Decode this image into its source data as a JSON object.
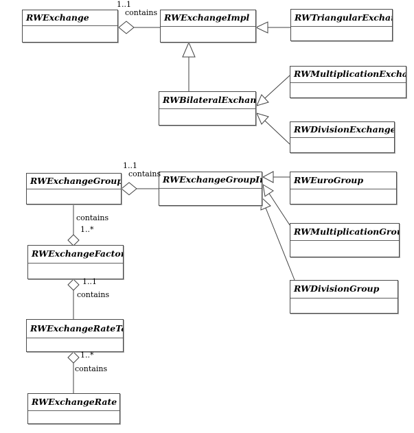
{
  "diagram": {
    "kind": "uml-class-diagram",
    "colors": {
      "background": "#ffffff",
      "box_fill": "#ffffff",
      "box_border": "#4a4a4a",
      "line": "#404040",
      "text": "#000000"
    },
    "classes": [
      {
        "name": "RWExchange"
      },
      {
        "name": "RWExchangeImpl"
      },
      {
        "name": "RWTriangularExchange"
      },
      {
        "name": "RWMultiplicationExchange"
      },
      {
        "name": "RWBilateralExchange"
      },
      {
        "name": "RWDivisionExchange"
      },
      {
        "name": "RWExchangeGroup"
      },
      {
        "name": "RWExchangeGroupImpl"
      },
      {
        "name": "RWEuroGroup"
      },
      {
        "name": "RWMultiplicationGroup"
      },
      {
        "name": "RWDivisionGroup"
      },
      {
        "name": "RWExchangeFactory"
      },
      {
        "name": "RWExchangeRateTable"
      },
      {
        "name": "RWExchangeRate"
      }
    ],
    "associations": [
      {
        "aggregate": "RWExchange",
        "part": "RWExchangeImpl",
        "label": "contains",
        "multiplicity": "1..1"
      },
      {
        "aggregate": "RWExchangeGroup",
        "part": "RWExchangeGroupImpl",
        "label": "contains",
        "multiplicity": "1..1"
      },
      {
        "aggregate": "RWExchangeFactory",
        "part": "RWExchangeGroup",
        "label": "contains",
        "multiplicity": "1..*"
      },
      {
        "aggregate": "RWExchangeFactory",
        "part": "RWExchangeRateTable",
        "label": "contains",
        "multiplicity": "1..1"
      },
      {
        "aggregate": "RWExchangeRateTable",
        "part": "RWExchangeRate",
        "label": "contains",
        "multiplicity": "1..*"
      }
    ],
    "generalizations": [
      {
        "subclass": "RWTriangularExchange",
        "superclass": "RWExchangeImpl"
      },
      {
        "subclass": "RWBilateralExchange",
        "superclass": "RWExchangeImpl"
      },
      {
        "subclass": "RWMultiplicationExchange",
        "superclass": "RWBilateralExchange"
      },
      {
        "subclass": "RWDivisionExchange",
        "superclass": "RWBilateralExchange"
      },
      {
        "subclass": "RWEuroGroup",
        "superclass": "RWExchangeGroupImpl"
      },
      {
        "subclass": "RWMultiplicationGroup",
        "superclass": "RWExchangeGroupImpl"
      },
      {
        "subclass": "RWDivisionGroup",
        "superclass": "RWExchangeGroupImpl"
      }
    ]
  }
}
